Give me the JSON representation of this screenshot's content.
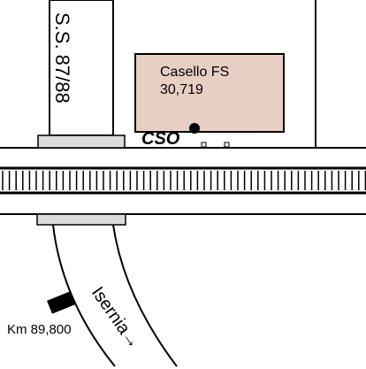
{
  "road": {
    "name": "S.S. 87/88"
  },
  "building": {
    "name": "Casello FS",
    "code": "30,719",
    "fill_color": "#e8cfc4"
  },
  "station_marker": {
    "label": "CSO"
  },
  "branch": {
    "direction_label": "Isernia→"
  },
  "milepost": {
    "label": "Km 89,800"
  },
  "colors": {
    "line": "#000000",
    "bridge_fill": "#dcdcdc",
    "background": "#ffffff"
  }
}
